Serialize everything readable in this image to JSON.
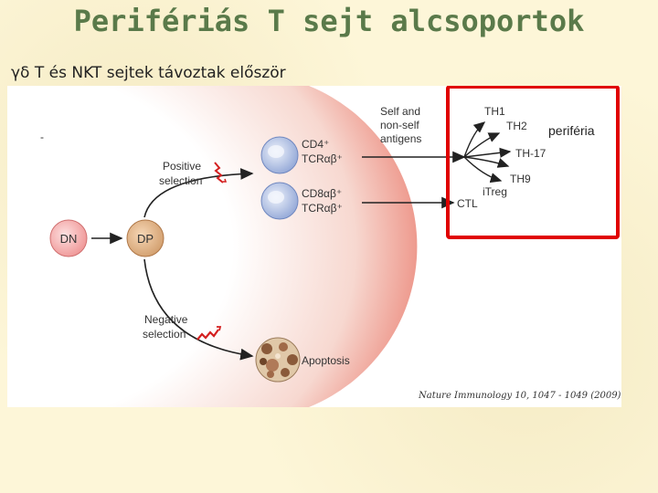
{
  "slide": {
    "title": "Perifériás T sejt alcsoportok",
    "subtitle": "γδ T és NKT sejtek távoztak először"
  },
  "diagram": {
    "dash": "-",
    "cells": {
      "dn": "DN",
      "dp": "DP"
    },
    "positive_selection": [
      "Positive",
      "selection"
    ],
    "negative_selection": [
      "Negative",
      "selection"
    ],
    "cd4_label": [
      "CD4⁺",
      "TCRαβ⁺"
    ],
    "cd8_label": [
      "CD8αβ⁺",
      "TCRαβ⁺"
    ],
    "apoptosis": "Apoptosis",
    "antigens": [
      "Self and",
      "non-self",
      "antigens"
    ],
    "subsets": {
      "th1": "TH1",
      "th2": "TH2",
      "th17": "TH-17",
      "th9": "TH9",
      "itreg": "iTreg",
      "ctl": "CTL"
    },
    "periphery_label": "periféria",
    "citation": "Nature Immunology 10, 1047 - 1049 (2009)",
    "colors": {
      "highlight_box": "#e00000",
      "dn_fill": "#f2a0a0",
      "dp_fill": "#d9a070",
      "mature_cell": "#9fb4e0",
      "thymus_edge": "#e8706a",
      "arrow_red": "#d42020"
    }
  }
}
